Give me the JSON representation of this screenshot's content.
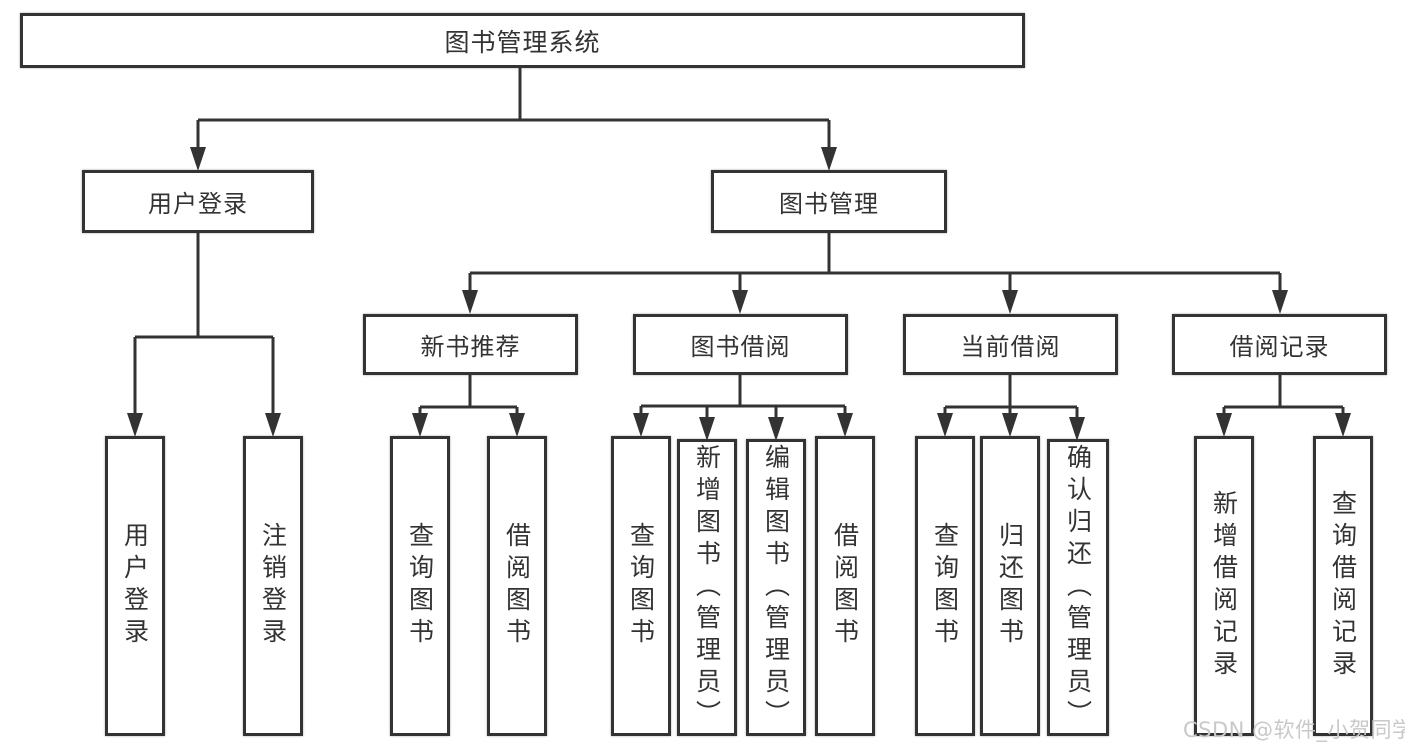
{
  "tree": {
    "label": "图书管理系统",
    "children": [
      {
        "label": "用户登录",
        "children": [
          {
            "label": "用户登录"
          },
          {
            "label": "注销登录"
          }
        ]
      },
      {
        "label": "图书管理",
        "children": [
          {
            "label": "新书推荐",
            "children": [
              {
                "label": "查询图书"
              },
              {
                "label": "借阅图书"
              }
            ]
          },
          {
            "label": "图书借阅",
            "children": [
              {
                "label": "查询图书"
              },
              {
                "label": "新增图书（管理员）"
              },
              {
                "label": "编辑图书（管理员）"
              },
              {
                "label": "借阅图书"
              }
            ]
          },
          {
            "label": "当前借阅",
            "children": [
              {
                "label": "查询图书"
              },
              {
                "label": "归还图书"
              },
              {
                "label": "确认归还（管理员）"
              }
            ]
          },
          {
            "label": "借阅记录",
            "children": [
              {
                "label": "新增借阅记录"
              },
              {
                "label": "查询借阅记录"
              }
            ]
          }
        ]
      }
    ]
  },
  "watermark": {
    "text": "CSDN @软件_小贺同学"
  },
  "colors": {
    "line": "#333333",
    "box_border": "#333333",
    "box_fill": "#ffffff",
    "text": "#333333",
    "watermark_text": "#c9c9c9"
  }
}
